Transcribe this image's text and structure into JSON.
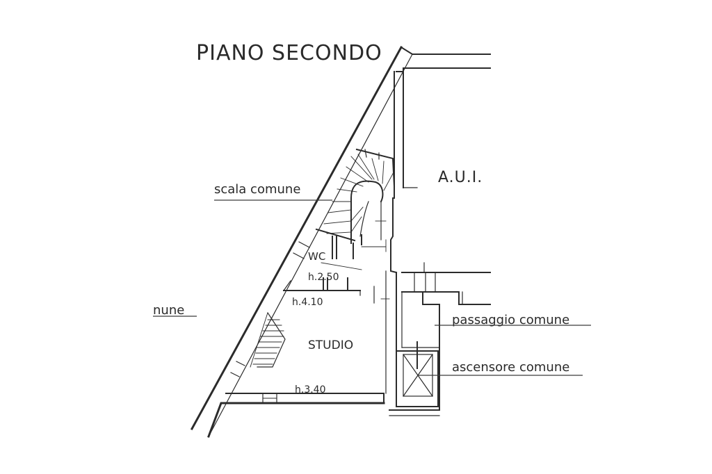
{
  "plan": {
    "title": "PIANO SECONDO",
    "rooms": {
      "aui": "A.U.I.",
      "wc": "WC",
      "studio": "STUDIO"
    },
    "heights": {
      "wc": "h.2.50",
      "upper": "h.4.10",
      "studio": "h.3.40"
    },
    "labels": {
      "stair": "scala comune",
      "passage": "passaggio comune",
      "elevator": "ascensore comune",
      "left_partial": "nune"
    }
  }
}
